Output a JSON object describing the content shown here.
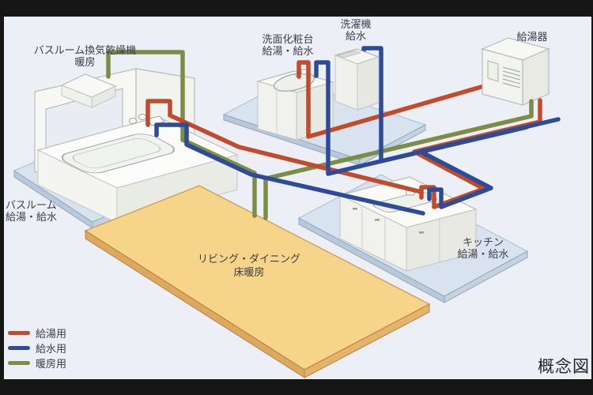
{
  "caption": "概念図",
  "labels": {
    "bath_dryer_l1": "バスルーム換気乾燥機",
    "bath_dryer_l2": "暖房",
    "vanity_l1": "洗面化粧台",
    "vanity_l2": "給湯・給水",
    "washer_l1": "洗濯機",
    "washer_l2": "給水",
    "heater": "給湯器",
    "bath_l1": "バスルーム",
    "bath_l2": "給湯・給水",
    "floor_l1": "リビング・ダイニング",
    "floor_l2": "床暖房",
    "kitchen_l1": "キッチン",
    "kitchen_l2": "給湯・給水"
  },
  "legend": {
    "items": [
      {
        "label": "給湯用",
        "color": "#c14b2b"
      },
      {
        "label": "給水用",
        "color": "#2d4b99"
      },
      {
        "label": "暖房用",
        "color": "#7d8d45"
      }
    ]
  },
  "colors": {
    "hot_water_pipe": "#c14b2b",
    "cold_water_pipe": "#2d4b99",
    "heating_pipe": "#7d8d45",
    "platform": "#d9e3f0",
    "floor_panel": "#f6d489",
    "background": "#edeff6",
    "frame": "#161616"
  }
}
